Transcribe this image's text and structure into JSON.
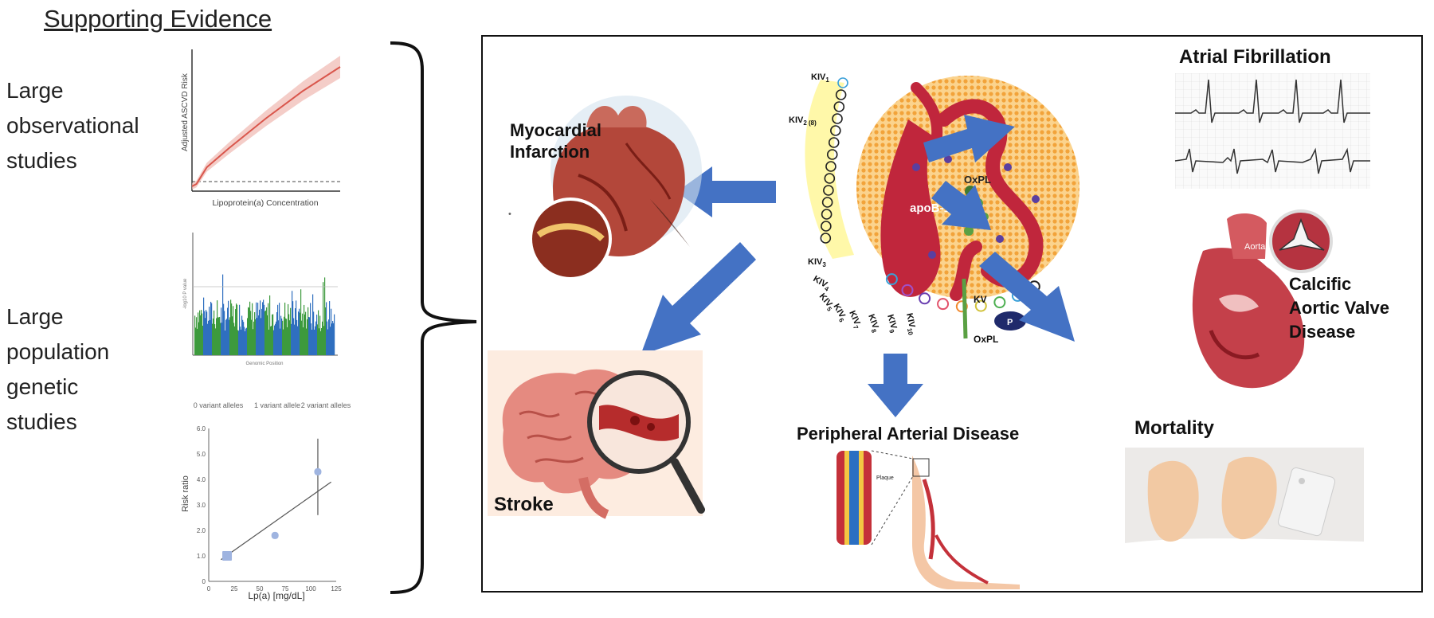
{
  "evidence": {
    "heading": "Supporting Evidence",
    "observational_label": [
      "Large",
      "observational",
      "studies"
    ],
    "genetic_label": [
      "Large",
      "population",
      "genetic",
      "studies"
    ]
  },
  "chart_data": [
    {
      "type": "line",
      "xlabel": "Lipoprotein(a) Concentration",
      "ylabel": "Adjusted ASCVD Risk",
      "series": [
        {
          "x": [
            0,
            0.03,
            0.1,
            0.25,
            0.5,
            0.75,
            1.0
          ],
          "y": [
            0.0,
            0.02,
            0.16,
            0.32,
            0.57,
            0.8,
            1.0
          ]
        }
      ],
      "reference_line": "dashed horizontal baseline",
      "grid": false
    },
    {
      "type": "scatter",
      "note": "Manhattan-style plot",
      "xlabel": "Genomic Position",
      "ylabel": "-log10 P value"
    },
    {
      "type": "scatter",
      "categories": [
        "0 variant alleles",
        "1 variant allele",
        "2 variant alleles"
      ],
      "x": [
        18,
        65,
        107
      ],
      "y": [
        1.0,
        1.8,
        4.3
      ],
      "xlabel": "Lp(a) [mg/dL]",
      "ylabel": "Risk ratio",
      "xlim": [
        0,
        125
      ],
      "ylim": [
        0,
        6.0
      ],
      "xticks": [
        "0",
        "25",
        "50",
        "75",
        "100",
        "125"
      ],
      "yticks": [
        "0",
        "1.0",
        "2.0",
        "3.0",
        "4.0",
        "5.0",
        "6.0"
      ]
    }
  ],
  "center": {
    "labels": {
      "apob": "apoB-100",
      "oxpl_top": "OxPL",
      "oxpl_bottom": "OxPL",
      "kv": "KV",
      "p": "P",
      "kiv1": "KIV",
      "kiv1_sub": "1",
      "kiv2": "KIV",
      "kiv2_sub": "2 (8)",
      "kiv3": "KIV",
      "kiv3_sub": "3",
      "kiv4": "KIV",
      "kiv4_sub": "4",
      "kiv5": "KIV",
      "kiv5_sub": "5",
      "kiv6": "KIV",
      "kiv6_sub": "6",
      "kiv7": "KIV",
      "kiv7_sub": "7",
      "kiv8": "KIV",
      "kiv8_sub": "8",
      "kiv9": "KIV",
      "kiv9_sub": "9",
      "kiv10": "KIV",
      "kiv10_sub": "10"
    }
  },
  "outcomes": {
    "mi": [
      "Myocardial",
      "Infarction"
    ],
    "af": "Atrial Fibrillation",
    "cavd": [
      "Calcific",
      "Aortic Valve",
      "Disease"
    ],
    "stroke": "Stroke",
    "pad": "Peripheral Arterial Disease",
    "mortality": "Mortality",
    "aorta_label": "Aorta",
    "plaque_label": "Plaque"
  },
  "colors": {
    "arrow": "#4472c4",
    "particle": "#f5a623",
    "apob": "#c0263c",
    "panel_border": "#111111"
  }
}
